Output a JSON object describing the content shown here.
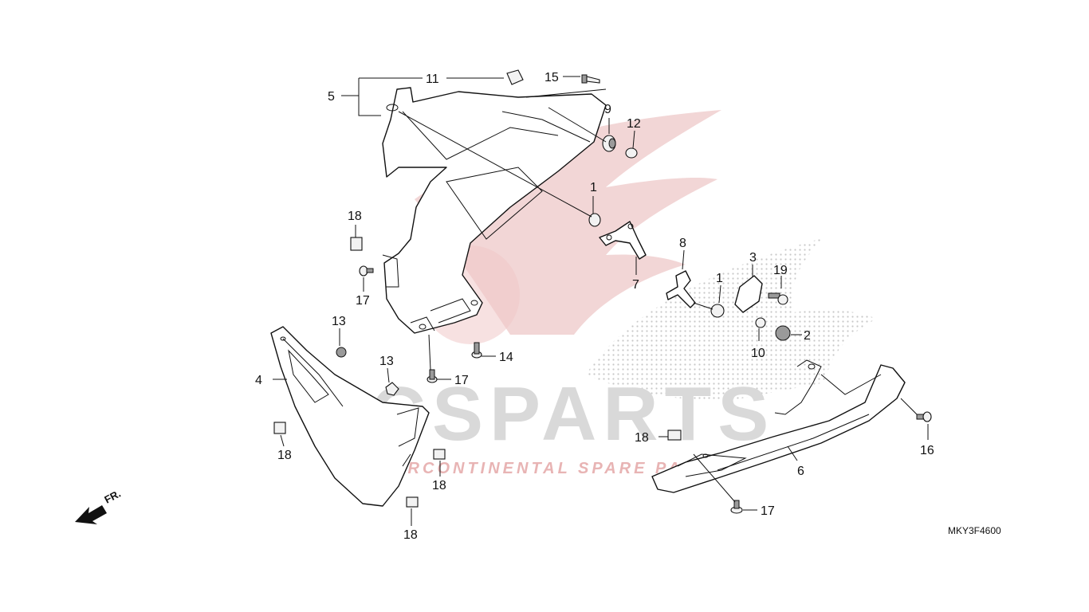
{
  "diagram_code": "MKY3F4600",
  "front_arrow_label": "FR.",
  "watermark": {
    "brand": "ICSPARTS",
    "tagline": "INTERCONTINENTAL SPARE PARTS",
    "wing_color": "#e8b4b4",
    "dot_color": "#c8c8c8",
    "text_color": "#d9d9d9",
    "accent_color": "#f1c9c9"
  },
  "callouts": [
    {
      "id": "c-11",
      "label": "11"
    },
    {
      "id": "c-5",
      "label": "5"
    },
    {
      "id": "c-15",
      "label": "15"
    },
    {
      "id": "c-9",
      "label": "9"
    },
    {
      "id": "c-12",
      "label": "12"
    },
    {
      "id": "c-1a",
      "label": "1"
    },
    {
      "id": "c-7",
      "label": "7"
    },
    {
      "id": "c-18a",
      "label": "18"
    },
    {
      "id": "c-17a",
      "label": "17"
    },
    {
      "id": "c-13a",
      "label": "13"
    },
    {
      "id": "c-4",
      "label": "4"
    },
    {
      "id": "c-18b",
      "label": "18"
    },
    {
      "id": "c-14",
      "label": "14"
    },
    {
      "id": "c-17b",
      "label": "17"
    },
    {
      "id": "c-13b",
      "label": "13"
    },
    {
      "id": "c-18c",
      "label": "18"
    },
    {
      "id": "c-18d",
      "label": "18"
    },
    {
      "id": "c-8",
      "label": "8"
    },
    {
      "id": "c-1b",
      "label": "1"
    },
    {
      "id": "c-3",
      "label": "3"
    },
    {
      "id": "c-19",
      "label": "19"
    },
    {
      "id": "c-10",
      "label": "10"
    },
    {
      "id": "c-2",
      "label": "2"
    },
    {
      "id": "c-18e",
      "label": "18"
    },
    {
      "id": "c-16",
      "label": "16"
    },
    {
      "id": "c-6",
      "label": "6"
    },
    {
      "id": "c-17c",
      "label": "17"
    }
  ]
}
